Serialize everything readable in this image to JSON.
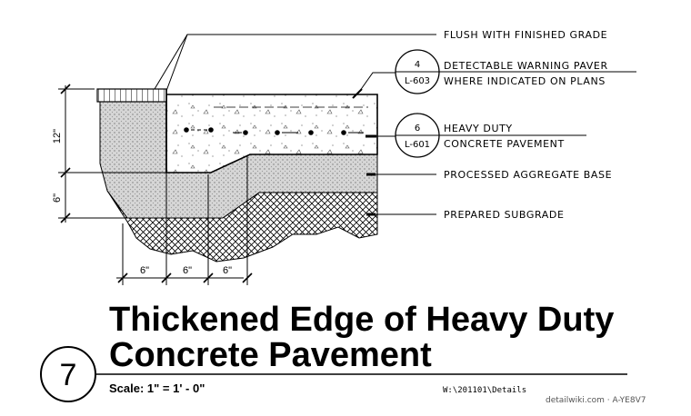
{
  "callouts": {
    "grade": "FLUSH WITH FINISHED GRADE",
    "paver_line1": "DETECTABLE WARNING PAVER",
    "paver_line2": "WHERE INDICATED ON PLANS",
    "pavement_line1": "HEAVY DUTY",
    "pavement_line2": "CONCRETE PAVEMENT",
    "aggregate": "PROCESSED AGGREGATE BASE",
    "subgrade": "PREPARED SUBGRADE"
  },
  "refs": {
    "paver_detail": "4",
    "paver_sheet": "L-603",
    "pavement_detail": "6",
    "pavement_sheet": "L-601"
  },
  "dimensions": {
    "slab": "12\"",
    "base": "6\"",
    "h1": "6\"",
    "h2": "6\"",
    "h3": "6\""
  },
  "title": {
    "line1": "Thickened Edge of Heavy Duty",
    "line2": "Concrete Pavement",
    "detail_number": "7",
    "scale": "Scale: 1\" = 1' - 0\"",
    "file_path": "W:\\201101\\Details",
    "credit": "detailwiki.com · A-YE8V7"
  }
}
